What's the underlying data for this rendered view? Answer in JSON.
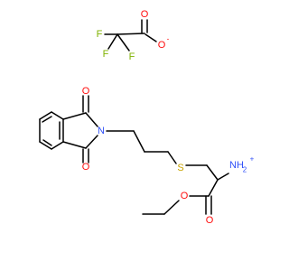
{
  "colors": {
    "bond": "#000000",
    "oxygen": "#ff0d0d",
    "nitrogen": "#3050f8",
    "fluorine": "#7fb200",
    "sulfur": "#c8a300",
    "background": "#ffffff"
  },
  "atoms": {
    "o_carboxylate_top": "O",
    "o_carboxylate_minus": "O",
    "o_carboxylate_minus_charge": "-",
    "f_left": "F",
    "f_bottom_left": "F",
    "f_bottom_right": "F",
    "o_imide_top": "O",
    "o_imide_bottom": "O",
    "n_imide": "N",
    "s_thioether": "S",
    "n_ammonium": "NH",
    "n_ammonium_sub": "2",
    "n_ammonium_charge": "+",
    "o_ester_carbonyl": "O",
    "o_ester": "O"
  }
}
